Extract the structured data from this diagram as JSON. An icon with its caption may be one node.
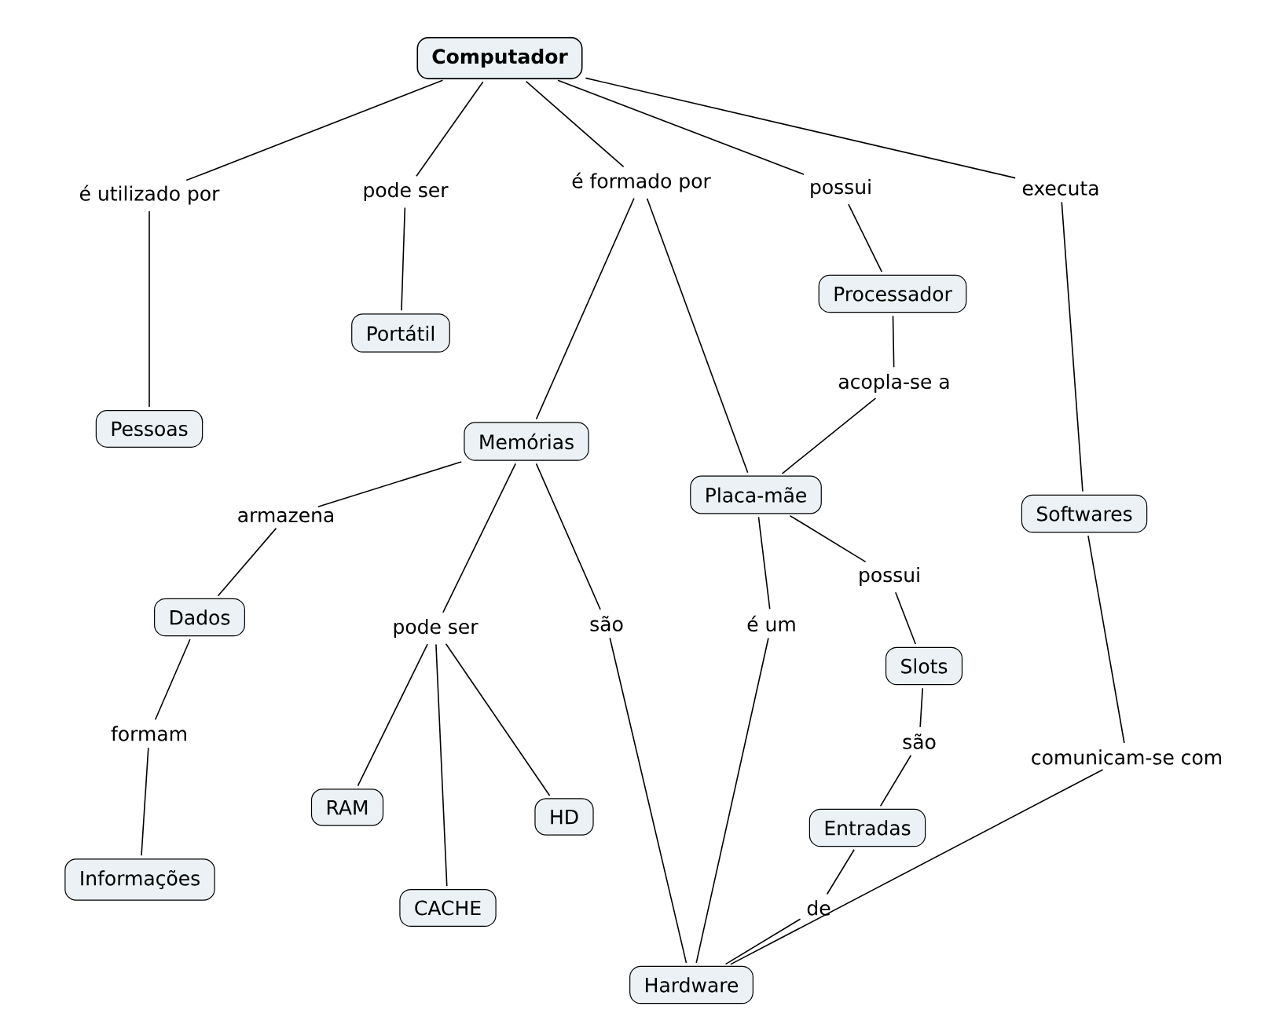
{
  "diagram": {
    "nodes": [
      {
        "text": [
          "Computador"
        ]
      },
      {
        "text": [
          "é utilizado por"
        ]
      },
      {
        "text": [
          "pode ser"
        ]
      },
      {
        "text": [
          "é formado por"
        ]
      },
      {
        "text": [
          "possui"
        ]
      },
      {
        "text": [
          "executa"
        ]
      },
      {
        "text": [
          "Pessoas"
        ]
      },
      {
        "text": [
          "Portátil"
        ]
      },
      {
        "text": [
          "Processador"
        ]
      },
      {
        "text": [
          "acopla-se a"
        ]
      },
      {
        "text": [
          "Memórias"
        ]
      },
      {
        "text": [
          "Placa-mãe"
        ]
      },
      {
        "text": [
          "Softwares"
        ]
      },
      {
        "text": [
          "armazena"
        ]
      },
      {
        "text": [
          "Dados"
        ]
      },
      {
        "text": [
          "pode ser"
        ]
      },
      {
        "text": [
          "são"
        ]
      },
      {
        "text": [
          "é um"
        ]
      },
      {
        "text": [
          "possui"
        ]
      },
      {
        "text": [
          "Slots"
        ]
      },
      {
        "text": [
          "formam"
        ]
      },
      {
        "text": [
          "RAM"
        ]
      },
      {
        "text": [
          "HD"
        ]
      },
      {
        "text": [
          "CACHE"
        ]
      },
      {
        "text": [
          "são"
        ]
      },
      {
        "text": [
          "comunicam-se com"
        ]
      },
      {
        "text": [
          "Entradas"
        ]
      },
      {
        "text": [
          "Informações"
        ]
      },
      {
        "text": [
          "de"
        ]
      },
      {
        "text": [
          "Hardware"
        ]
      }
    ],
    "edges": [
      {
        "from": 0,
        "to": 1,
        "arrow": "none"
      },
      {
        "from": 0,
        "to": 2,
        "arrow": "none"
      },
      {
        "from": 0,
        "to": 3,
        "arrow": "none"
      },
      {
        "from": 0,
        "to": 4,
        "arrow": "none"
      },
      {
        "from": 0,
        "to": 5,
        "arrow": "none"
      },
      {
        "from": 1,
        "to": 6,
        "arrow": "none"
      },
      {
        "from": 2,
        "to": 7,
        "arrow": "none"
      },
      {
        "from": 3,
        "to": 10,
        "arrow": "none"
      },
      {
        "from": 3,
        "to": 11,
        "arrow": "none"
      },
      {
        "from": 4,
        "to": 8,
        "arrow": "none"
      },
      {
        "from": 5,
        "to": 12,
        "arrow": "none"
      },
      {
        "from": 8,
        "to": 9,
        "arrow": "none"
      },
      {
        "from": 9,
        "to": 11,
        "arrow": "none"
      },
      {
        "from": 10,
        "to": 13,
        "arrow": "none"
      },
      {
        "from": 13,
        "to": 14,
        "arrow": "none"
      },
      {
        "from": 10,
        "to": 15,
        "arrow": "none"
      },
      {
        "from": 10,
        "to": 16,
        "arrow": "none"
      },
      {
        "from": 15,
        "to": 21,
        "arrow": "none"
      },
      {
        "from": 15,
        "to": 23,
        "arrow": "none"
      },
      {
        "from": 15,
        "to": 22,
        "arrow": "none"
      },
      {
        "from": 16,
        "to": 29,
        "arrow": "none"
      },
      {
        "from": 11,
        "to": 17,
        "arrow": "none"
      },
      {
        "from": 17,
        "to": 29,
        "arrow": "none"
      },
      {
        "from": 11,
        "to": 18,
        "arrow": "none"
      },
      {
        "from": 18,
        "to": 19,
        "arrow": "none"
      },
      {
        "from": 19,
        "to": 24,
        "arrow": "none"
      },
      {
        "from": 24,
        "to": 26,
        "arrow": "none"
      },
      {
        "from": 26,
        "to": 28,
        "arrow": "none"
      },
      {
        "from": 28,
        "to": 29,
        "arrow": "none"
      },
      {
        "from": 14,
        "to": 20,
        "arrow": "none"
      },
      {
        "from": 20,
        "to": 27,
        "arrow": "none"
      },
      {
        "from": 12,
        "to": 25,
        "arrow": "none"
      },
      {
        "from": 25,
        "to": 29,
        "arrow": "none"
      }
    ]
  }
}
